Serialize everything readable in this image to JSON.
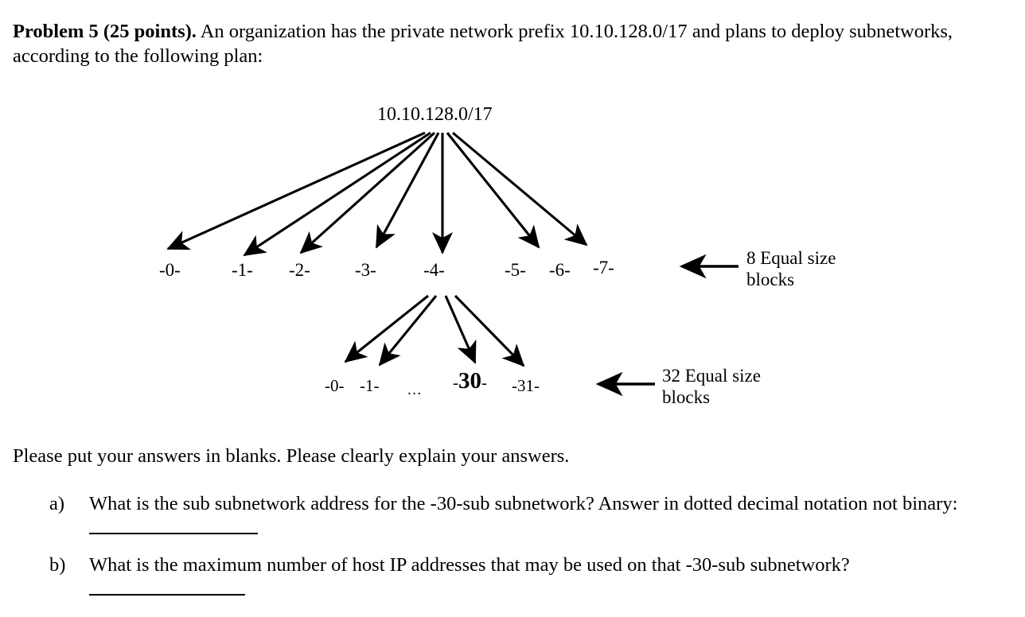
{
  "problem": {
    "lead": "Problem 5 (25 points).",
    "intro": " An organization has the private network prefix 10.10.128.0/17 and plans to deploy subnetworks, according to the following plan:"
  },
  "diagram": {
    "root_label": "10.10.128.0/17",
    "tier1_labels": [
      "-0-",
      "-1-",
      "-2-",
      "-3-",
      "-4-",
      "-5-",
      "-6-",
      "-7-"
    ],
    "tier2_labels": [
      "-0-",
      "-1-",
      "-31-"
    ],
    "tier2_ellipsis": "...",
    "tier2_emphasis_prefix": "-",
    "tier2_emphasis_number": "30",
    "tier2_emphasis_suffix": "-",
    "callout_1_line1": "8 Equal size",
    "callout_1_line2": "blocks",
    "callout_2_line1": "32 Equal size",
    "callout_2_line2": "blocks",
    "stroke_color": "#000000"
  },
  "instructions": "Please put your answers in blanks. Please clearly explain your answers.",
  "questions": [
    {
      "marker": "a)",
      "text": "What is the sub subnetwork address for the -30-sub subnetwork? Answer in dotted decimal notation not binary:"
    },
    {
      "marker": "b)",
      "text": "What is the maximum number of host IP addresses that may be used on that -30-sub subnetwork?"
    }
  ]
}
